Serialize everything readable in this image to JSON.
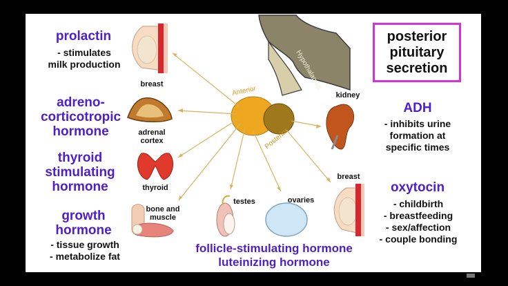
{
  "title_box": "posterior\npituitary\nsecretion",
  "gland_labels": {
    "anterior": "Anterior",
    "posterior": "Posterior",
    "hypothalamus": "Hypothalamus"
  },
  "organs": {
    "breast_left": "breast",
    "adrenal": "adrenal\ncortex",
    "thyroid": "thyroid",
    "bone": "bone and\nmuscle",
    "testes": "testes",
    "ovaries": "ovaries",
    "kidney": "kidney",
    "breast_right": "breast"
  },
  "hormones": {
    "prolactin": {
      "name": "prolactin",
      "desc": "- stimulates\nmilk production"
    },
    "acth": {
      "name": "adreno-\ncorticotropic\nhormone"
    },
    "tsh": {
      "name": "thyroid\nstimulating\nhormone"
    },
    "gh": {
      "name": "growth\nhormone",
      "desc": "- tissue growth\n- metabolize fat"
    },
    "fsh_lh": {
      "name": "follicle-stimulating hormone\nluteinizing hormone"
    },
    "adh": {
      "name": "ADH",
      "desc": "- inhibits urine\nformation at\nspecific times"
    },
    "oxytocin": {
      "name": "oxytocin",
      "desc": "- childbirth\n- breastfeeding\n- sex/affection\n- couple bonding"
    }
  },
  "colors": {
    "hormone_text": "#4e1fc7",
    "box_border": "#d633d6",
    "arrow": "#d9b25a",
    "gland": "#e8a41c"
  }
}
